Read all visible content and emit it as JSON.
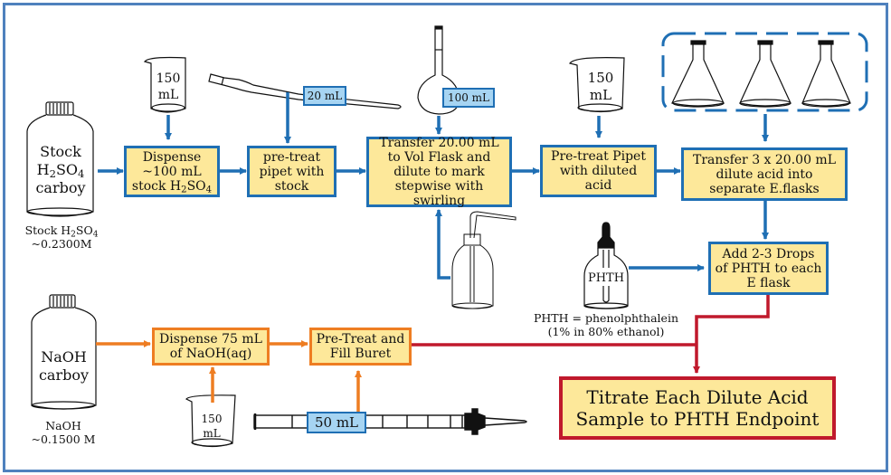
{
  "colors": {
    "frame": "#4f81bd",
    "acid_flow": "#1f6fb4",
    "base_flow": "#ee7d22",
    "titration_flow": "#c0192c",
    "step_fill": "#fde89a",
    "tag_fill": "#a6d4f2"
  },
  "acid_path": {
    "carboy": {
      "line1": "Stock",
      "line2_main": "H",
      "line2_sub": "2",
      "line2_mid": "SO",
      "line2_sub2": "4",
      "line3": "carboy"
    },
    "carboy_caption": {
      "line1_main": "Stock H",
      "line1_sub": "2",
      "line1_mid": "SO",
      "line1_sub2": "4",
      "line2": "~0.2300M"
    },
    "beaker1": {
      "line1": "150",
      "line2": "mL"
    },
    "pipet_tag": "20 mL",
    "vol_flask_tag": "100 mL",
    "beaker2": {
      "line1": "150",
      "line2": "mL"
    },
    "steps": {
      "dispense": {
        "line1": "Dispense",
        "line2": "~100 mL",
        "line3_main": "stock H",
        "line3_sub": "2",
        "line3_mid": "SO",
        "line3_sub2": "4"
      },
      "pretreat_stock": "pre-treat pipet with stock",
      "transfer_dilute": "Transfer 20.00 mL to Vol Flask and dilute to mark stepwise with swirling",
      "pretreat_dilute": "Pre-treat Pipet with diluted acid",
      "transfer_3x": "Transfer 3 x 20.00 mL dilute acid into separate E.flasks",
      "add_phth": "Add  2-3 Drops of PHTH to each E flask"
    },
    "indicator": {
      "bottle_label": "PHTH",
      "caption_line1": "PHTH = phenolphthalein",
      "caption_line2": "(1% in 80% ethanol)"
    }
  },
  "base_path": {
    "carboy": {
      "line1": "NaOH",
      "line2": "carboy"
    },
    "carboy_caption": {
      "line1": "NaOH",
      "line2": "~0.1500 M"
    },
    "beaker": {
      "line1": "150",
      "line2": "mL"
    },
    "buret_tag": "50 mL",
    "steps": {
      "dispense": "Dispense 75 mL of NaOH(aq)",
      "fill_buret": "Pre-Treat and Fill Buret"
    }
  },
  "final_step": "Titrate Each Dilute Acid Sample to PHTH Endpoint"
}
